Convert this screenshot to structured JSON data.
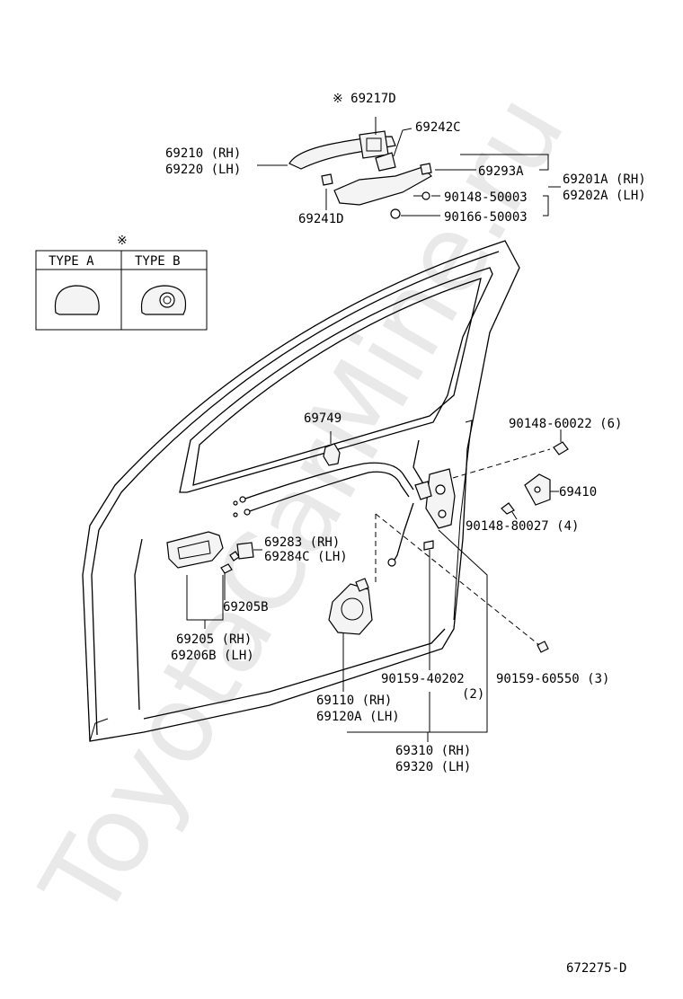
{
  "watermark": "ToyotaCarMine.ru",
  "diagram_code": "672275-D",
  "table": {
    "mark": "※",
    "col_a": "TYPE  A",
    "col_b": "TYPE  B"
  },
  "labels": {
    "p69217D": "※ 69217D",
    "p69242C": "69242C",
    "p69210": "69210 (RH)",
    "p69220": "69220 (LH)",
    "p69293A": "69293A",
    "p69201A": "69201A (RH)",
    "p69202A": "69202A (LH)",
    "p90148_50003": "90148-50003",
    "p69241D": "69241D",
    "p90166_50003": "90166-50003",
    "p69749": "69749",
    "p90148_60022": "90148-60022 (6)",
    "p69410": "69410",
    "p90148_80027": "90148-80027 (4)",
    "p69283": "69283  (RH)",
    "p69284C": "69284C (LH)",
    "p69205B": "69205B",
    "p69205": "69205  (RH)",
    "p69206B": "69206B (LH)",
    "p90159_40202": "90159-40202",
    "p90159_40202_qty": "(2)",
    "p90159_60550": "90159-60550 (3)",
    "p69110": "69110  (RH)",
    "p69120A": "69120A (LH)",
    "p69310": "69310 (RH)",
    "p69320": "69320 (LH)"
  }
}
